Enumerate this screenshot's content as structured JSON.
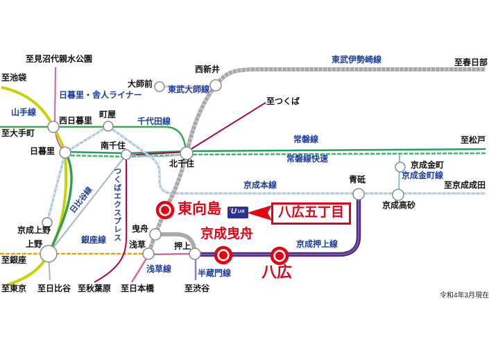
{
  "map_note": "令和4年3月現在",
  "palette": {
    "highlight_red": "#e60012",
    "label_blue": "#1b3c9c",
    "station_black": "#111111",
    "background": "#ffffff"
  },
  "ur_badge": {
    "logo": "U",
    "label": "UR"
  },
  "highlights": {
    "higashi_mukojima": "東向島",
    "keisei_hikifune": "京成曳舟",
    "yahiro": "八広",
    "yahiro_5chome": "八広五丁目"
  },
  "lines": {
    "yamanote": {
      "label": "山手線",
      "color": "#c6d300"
    },
    "nippori_toneri_liner": {
      "label": "日暮里・舎人ライナー",
      "color": "#cc5fa5"
    },
    "chiyoda": {
      "label": "千代田線",
      "color": "#3aa655"
    },
    "joban": {
      "label": "常磐線",
      "color": "#1fa05c"
    },
    "joban_rapid": {
      "label": "常磐線快速",
      "color": "#2f9e52"
    },
    "tobu_isesaki": {
      "label": "東武伊勢崎線",
      "color": "#a9a9a9"
    },
    "tobu_daishi": {
      "label": "東武大師線",
      "color": "#f2b8d0"
    },
    "tsukuba_express": {
      "label": "つくばエクスプレス",
      "color": "#b00040"
    },
    "hibiya": {
      "label": "日比谷線",
      "color": "#9fb8cc"
    },
    "keisei_main": {
      "label": "京成本線",
      "color": "#a3c3de"
    },
    "keisei_kanamachi": {
      "label": "京成金町線",
      "color": "#7cc4c4"
    },
    "ginza": {
      "label": "銀座線",
      "color": "#f2a100"
    },
    "asakusa": {
      "label": "浅草線",
      "color": "#e0629e"
    },
    "hanzomon": {
      "label": "半蔵門線",
      "color": "#8a7ccc"
    },
    "keisei_oshiage": {
      "label": "京成押上線",
      "color": "#512b80"
    }
  },
  "stations": {
    "nishi_nippori": "西日暮里",
    "machiya": "町屋",
    "nippori": "日暮里",
    "minami_senju": "南千住",
    "kita_senju": "北千住",
    "daishimae": "大師前",
    "nishiarai": "西新井",
    "keisei_kanamachi": "京成金町",
    "aoto": "青砥",
    "keisei_takasago": "京成高砂",
    "keisei_ueno": "京成上野",
    "ueno": "上野",
    "hikifune": "曳舟",
    "asakusa": "浅草",
    "oshiage": "押上"
  },
  "endpoints": {
    "minumadai": "至見沼代親水公園",
    "ikebukuro": "至池袋",
    "otemachi": "至大手町",
    "kasukabe": "至春日部",
    "tsukuba": "至つくば",
    "matsudo": "至松戸",
    "keisei_narita": "至京成成田",
    "ginza": "至銀座",
    "tokyo": "至東京",
    "hibiya": "至日比谷",
    "akihabara": "至秋葉原",
    "nihombashi": "至日本橋",
    "shibuya": "至渋谷"
  }
}
